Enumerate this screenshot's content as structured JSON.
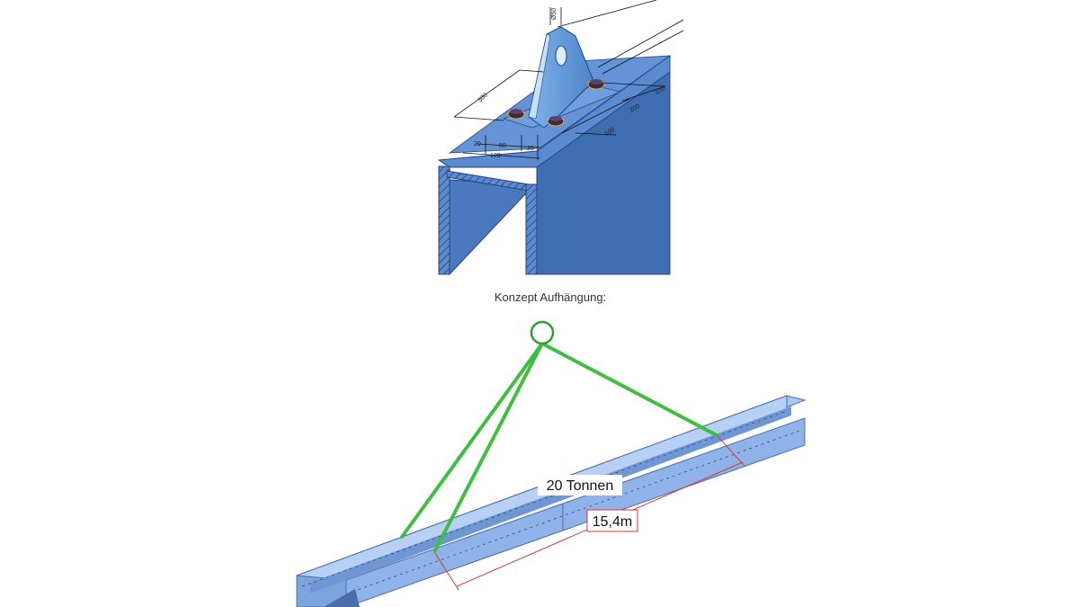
{
  "figure1": {
    "dimensions": {
      "hole_diameter": "Ø50",
      "plate_length": "300",
      "width_120": "120",
      "width_80": "80",
      "left_20": "20",
      "right_20": "20",
      "length_200": "200",
      "edge_upper": "100",
      "edge_lower": "100"
    }
  },
  "caption": "Konzept Aufhängung:",
  "figure2": {
    "load_label": "20 Tonnen",
    "span_label": "15,4m"
  },
  "colors": {
    "steel_face": "#3f6db2",
    "steel_top": "#5a8ad0",
    "steel_light": "#a8c6ee",
    "sling": "#3fbf3f",
    "measure": "#d23a3a"
  }
}
